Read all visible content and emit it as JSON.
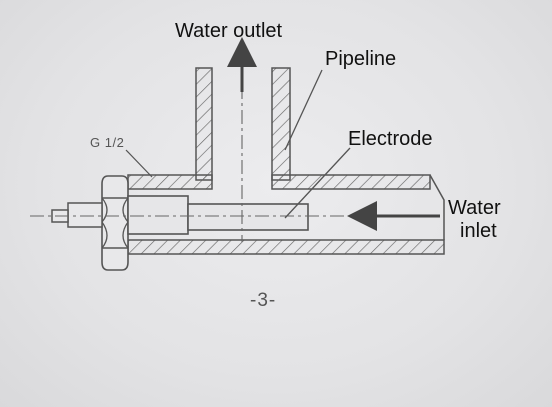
{
  "labels": {
    "water_outlet": "Water outlet",
    "pipeline": "Pipeline",
    "electrode": "Electrode",
    "water_inlet_line1": "Water",
    "water_inlet_line2": "inlet",
    "thread_size": "G 1/2",
    "page_number": "-3-"
  },
  "colors": {
    "ink": "#555555",
    "text": "#111111",
    "background": "#e4e4e6"
  }
}
